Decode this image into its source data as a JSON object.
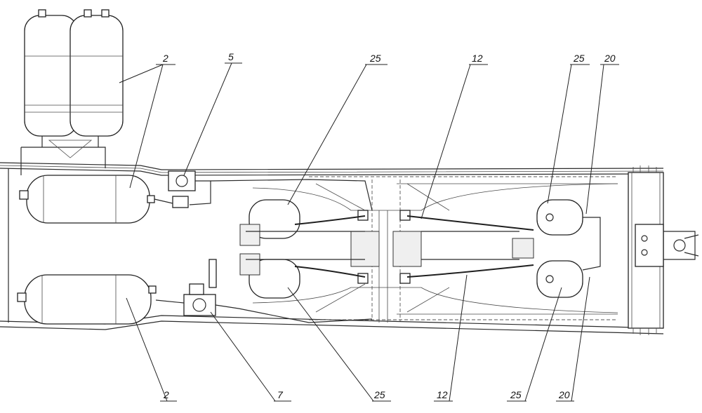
{
  "callouts": {
    "top_2": "2",
    "top_5": "5",
    "top_25_left": "25",
    "top_12": "12",
    "top_25_right": "25",
    "top_20": "20",
    "bottom_2": "2",
    "bottom_7": "7",
    "bottom_25_left": "25",
    "bottom_12": "12",
    "bottom_25_right": "25",
    "bottom_20": "20"
  }
}
